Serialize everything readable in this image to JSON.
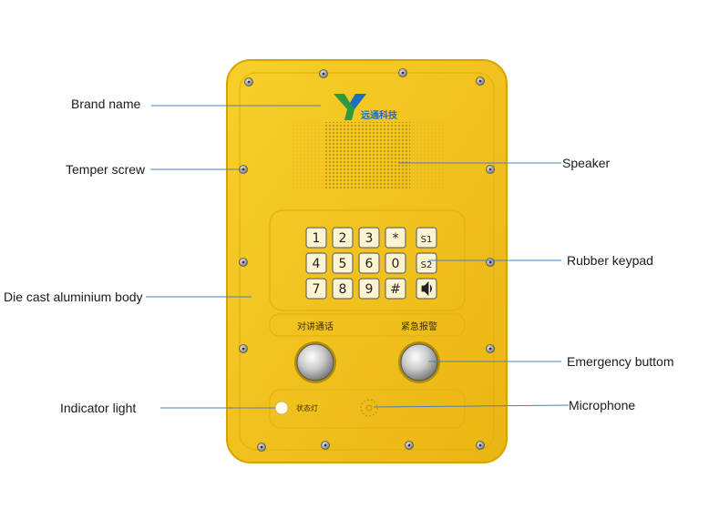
{
  "brand": {
    "logo_mark": "Y",
    "name": "远通科技"
  },
  "device": {
    "body_color": "#f5c518",
    "panel_color": "#f7cc20",
    "outline_color": "#d9a800"
  },
  "keypad": {
    "rows": [
      [
        "1",
        "2",
        "3",
        "*",
        "S1"
      ],
      [
        "4",
        "5",
        "6",
        "0",
        "S2"
      ],
      [
        "7",
        "8",
        "9",
        "#",
        "speaker-icon"
      ]
    ]
  },
  "buttons": {
    "intercom_label": "对讲通话",
    "emergency_label": "紧急报警"
  },
  "indicator": {
    "label": "状态灯"
  },
  "callouts": {
    "brand_name": "Brand name",
    "temper_screw": "Temper screw",
    "die_cast_body": "Die cast aluminium body",
    "indicator_light": "Indicator light",
    "speaker": "Speaker",
    "rubber_keypad": "Rubber keypad",
    "emergency_button": "Emergency buttom",
    "microphone": "Microphone"
  },
  "colors": {
    "leader_line": "#4a7fbf",
    "logo_green": "#2e9a3e",
    "logo_blue": "#1e6fc0"
  }
}
